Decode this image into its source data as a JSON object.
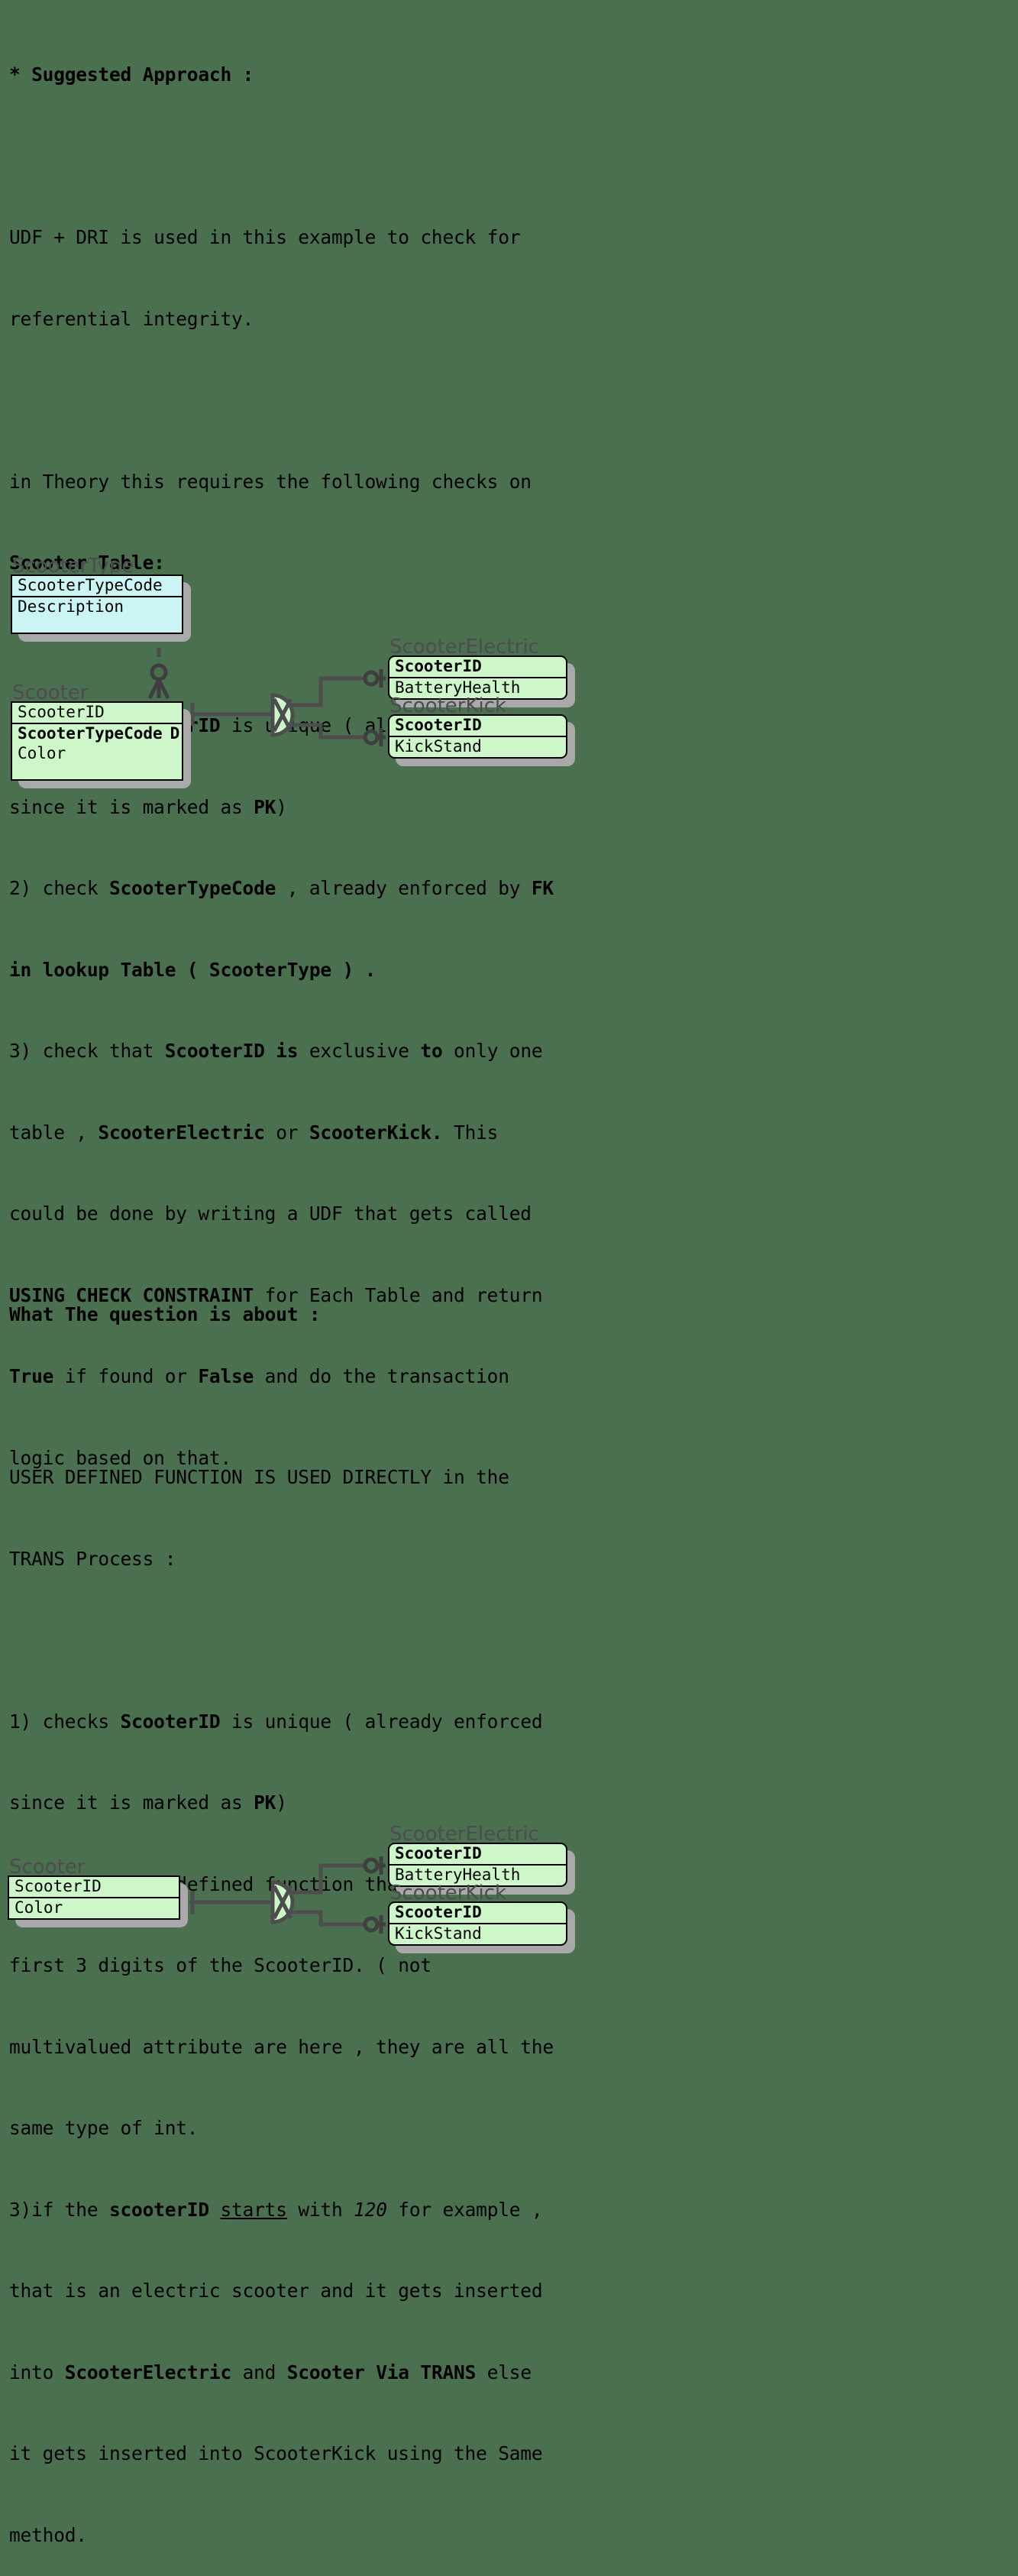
{
  "page": {
    "background_color": "#4a7050",
    "text_color": "#000000",
    "entity_title_color": "#4d4d4d",
    "entity_fill_green": "#cdf7c8",
    "entity_fill_cyan": "#cbf5f5",
    "shadow_color": "#a9a9a9",
    "connector_color": "#4d4d4d"
  },
  "approach": {
    "heading": "* Suggested Approach :",
    "intro_line_1": "UDF + DRI is used in this example to check for",
    "intro_line_2": "referential integrity.",
    "theory_line_1": "in Theory this requires the following checks on",
    "theory_bold_scooter_table": "Scooter Table:",
    "item1_a": "1) checks ",
    "item1_b_scooterid": "ScooterID",
    "item1_c": " is unique ( already enforced",
    "item1_d": "since it is marked as ",
    "item1_e_pk": "PK",
    "item1_f": ")",
    "item2_a": "2) check ",
    "item2_b_scootertypecode": "ScooterTypeCode",
    "item2_c": " , already enforced by ",
    "item2_d_fk": "FK",
    "item2_e_bold": "in lookup Table ( ScooterType ) .",
    "item3_a": "3) check that ",
    "item3_b_bold": "ScooterID is",
    "item3_c": " exclusive ",
    "item3_d_bold": "to",
    "item3_e": " only one",
    "item3_f": "table , ",
    "item3_g_bold": "ScooterElectric",
    "item3_h": " or ",
    "item3_i_bold": "ScooterKick.",
    "item3_j": " This",
    "item3_k": "could be done by writing a UDF that gets called",
    "item3_l_bold": "USING CHECK CONSTRAINT",
    "item3_m": " for Each Table and return",
    "item3_n_bold": "True",
    "item3_o": " if found or ",
    "item3_p_bold": "False",
    "item3_q": " and do the transaction",
    "item3_r": "logic based on that."
  },
  "question": {
    "heading": "What The question is about :",
    "udf_line_1": "USER DEFINED FUNCTION IS USED DIRECTLY in the",
    "udf_line_2": "TRANS Process :",
    "item1_a": "1) checks ",
    "item1_b_scooterid": "ScooterID",
    "item1_c": " is unique ( already enforced",
    "item1_d": "since it is marked as ",
    "item1_e_pk": "PK",
    "item1_f": ")",
    "item2_a": "2)calls a user defined function that checks the",
    "item2_b": "first 3 digits of the ScooterID. ( not",
    "item2_c": "multivalued attribute are here , they are all the",
    "item2_d": "same type of int.",
    "item3_a": "3)if the ",
    "item3_b_bold": "scooterID",
    "item3_c": " ",
    "item3_d_underline": "starts",
    "item3_e": " with ",
    "item3_f_italic": "120",
    "item3_g": " for example ,",
    "item3_h": "that is an electric scooter and it gets inserted",
    "item3_i": "into ",
    "item3_j_bold": "ScooterElectric",
    "item3_k": " and ",
    "item3_l_bold": "Scooter Via TRANS",
    "item3_m": " else",
    "item3_n": "it gets inserted into ScooterKick using the Same",
    "item3_o": "method."
  },
  "diagram_top": {
    "entities": [
      {
        "name": "ScooterType",
        "fill": "cyan",
        "rounded": false,
        "attributes": [
          {
            "label": "ScooterTypeCode",
            "bold": false,
            "marker": "",
            "separator": true
          },
          {
            "label": "Description",
            "bold": false,
            "marker": "",
            "separator": false
          }
        ]
      },
      {
        "name": "Scooter",
        "fill": "green",
        "rounded": false,
        "attributes": [
          {
            "label": "ScooterID",
            "bold": false,
            "marker": "",
            "separator": true
          },
          {
            "label": "ScooterTypeCode",
            "bold": true,
            "marker": "D",
            "separator": false
          },
          {
            "label": "Color",
            "bold": false,
            "marker": "",
            "separator": false
          }
        ]
      },
      {
        "name": "ScooterElectric",
        "fill": "green",
        "rounded": true,
        "attributes": [
          {
            "label": "ScooterID",
            "bold": true,
            "marker": "",
            "separator": true
          },
          {
            "label": "BatteryHealth",
            "bold": false,
            "marker": "",
            "separator": false
          }
        ]
      },
      {
        "name": "ScooterKick",
        "fill": "green",
        "rounded": true,
        "attributes": [
          {
            "label": "ScooterID",
            "bold": true,
            "marker": "",
            "separator": true
          },
          {
            "label": "KickStand",
            "bold": false,
            "marker": "",
            "separator": false
          }
        ]
      }
    ],
    "relationships": [
      {
        "from": "ScooterType",
        "to": "Scooter",
        "style": "dashed",
        "from_cardinality": "one",
        "to_cardinality": "zero-or-many"
      },
      {
        "from": "Scooter",
        "to": "ScooterElectric",
        "style": "solid",
        "via": "exclusive-arc",
        "to_cardinality": "zero-or-one"
      },
      {
        "from": "Scooter",
        "to": "ScooterKick",
        "style": "solid",
        "via": "exclusive-arc",
        "to_cardinality": "zero-or-one"
      }
    ]
  },
  "diagram_bottom": {
    "entities": [
      {
        "name": "Scooter",
        "fill": "green",
        "rounded": false,
        "attributes": [
          {
            "label": "ScooterID",
            "bold": false,
            "marker": "",
            "separator": true
          },
          {
            "label": "Color",
            "bold": false,
            "marker": "",
            "separator": false
          }
        ]
      },
      {
        "name": "ScooterElectric",
        "fill": "green",
        "rounded": true,
        "attributes": [
          {
            "label": "ScooterID",
            "bold": true,
            "marker": "",
            "separator": true
          },
          {
            "label": "BatteryHealth",
            "bold": false,
            "marker": "",
            "separator": false
          }
        ]
      },
      {
        "name": "ScooterKick",
        "fill": "green",
        "rounded": true,
        "attributes": [
          {
            "label": "ScooterID",
            "bold": true,
            "marker": "",
            "separator": true
          },
          {
            "label": "KickStand",
            "bold": false,
            "marker": "",
            "separator": false
          }
        ]
      }
    ],
    "relationships": [
      {
        "from": "Scooter",
        "to": "ScooterElectric",
        "style": "solid",
        "via": "exclusive-arc",
        "to_cardinality": "zero-or-one"
      },
      {
        "from": "Scooter",
        "to": "ScooterKick",
        "style": "solid",
        "via": "exclusive-arc",
        "to_cardinality": "zero-or-one"
      }
    ]
  }
}
